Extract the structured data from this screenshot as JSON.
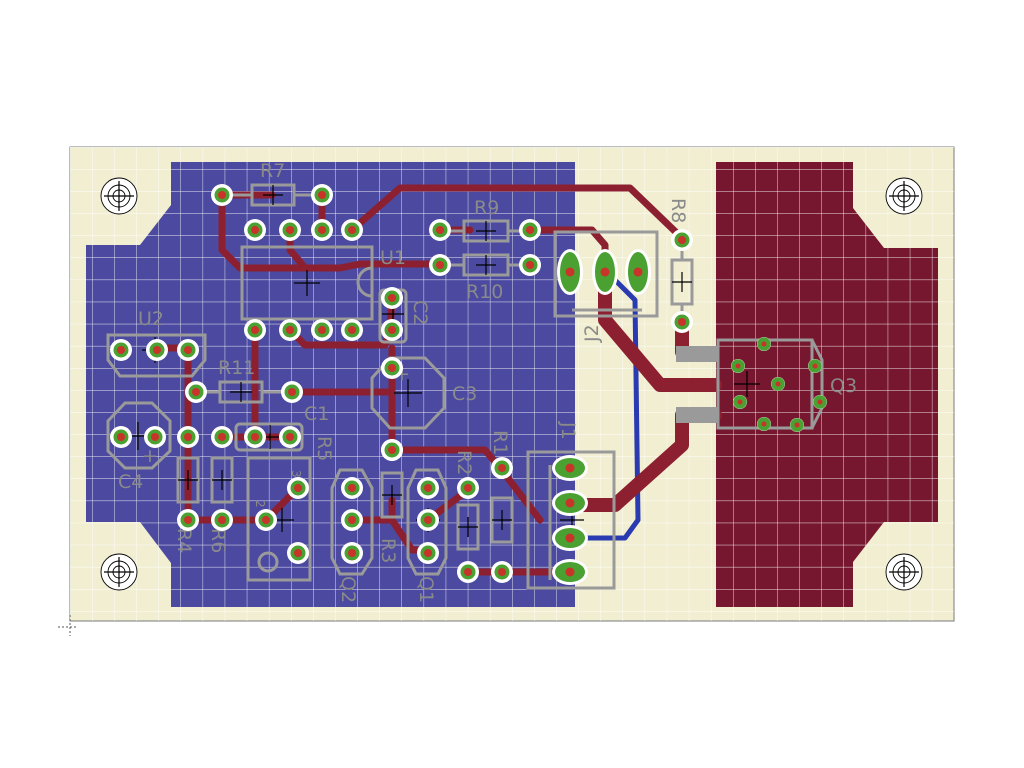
{
  "colors": {
    "board": "#f1eed1",
    "grid": "#ffffff",
    "bottom_pour": "#4b4aa0",
    "top_pour": "#76172f",
    "top_trace": "#8c2030",
    "bottom_trace": "#2a3ab0",
    "silkscreen": "#9a9a9a",
    "pad_copper": "#4aa030",
    "pad_hole": "#c8332a"
  },
  "designators": {
    "R7": "R7",
    "U1": "U1",
    "R9": "R9",
    "R10": "R10",
    "R8": "R8",
    "C2": "C2",
    "U2": "U2",
    "R11": "R11",
    "C3": "C3",
    "C1": "C1",
    "C4": "C4",
    "R5": "R5",
    "R1": "R1",
    "R2": "R2",
    "J1": "J1",
    "J2": "J2",
    "Q3": "Q3",
    "R4": "R4",
    "R6": "R6",
    "Q2": "Q2",
    "R3": "R3",
    "Q1": "Q1"
  },
  "pin_labels": {
    "r5_pin3": "3",
    "r5_pin2": "2"
  }
}
